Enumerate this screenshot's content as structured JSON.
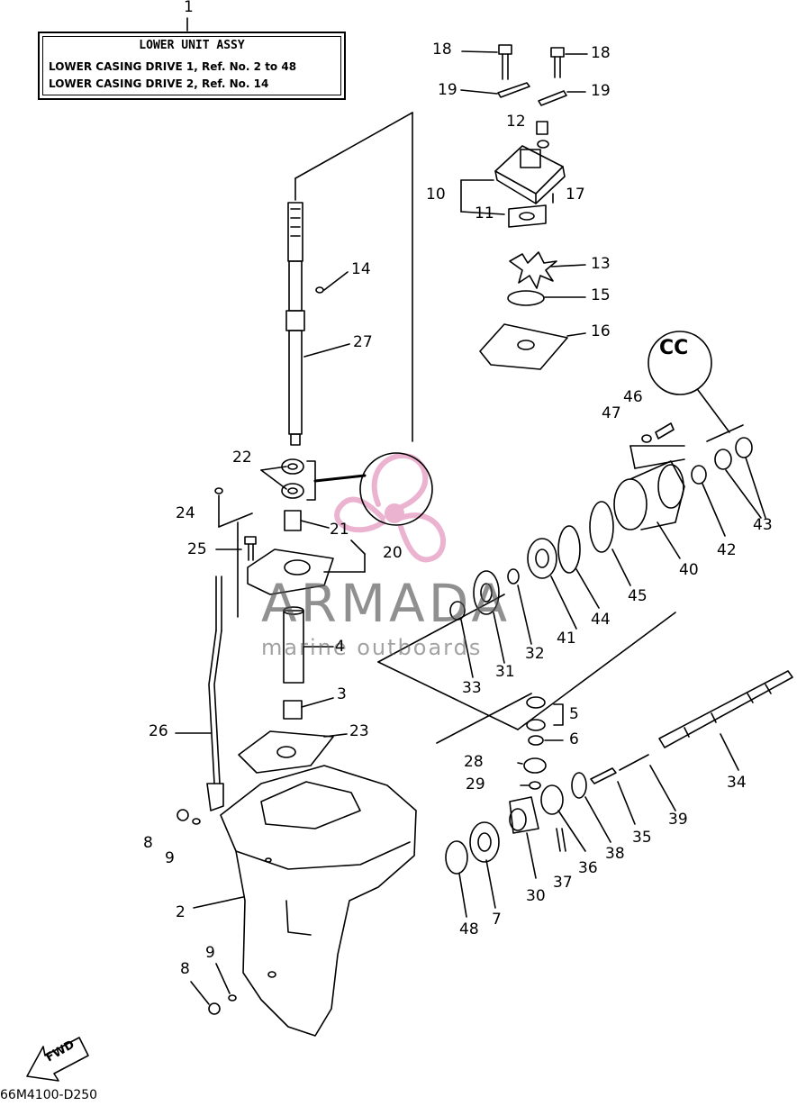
{
  "title_box": {
    "heading": "LOWER UNIT ASSY",
    "line1": "LOWER CASING DRIVE 1, Ref. No. 2 to 48",
    "line2": "LOWER CASING DRIVE 2, Ref. No. 14"
  },
  "watermark": {
    "brand": "ARMADA",
    "tagline": "marine outboards",
    "accent_color": "#e8a6c8"
  },
  "badge_text": "CC",
  "fwd_label": "FWD",
  "footer_code": "66M4100-D250",
  "callouts": [
    "1",
    "18",
    "18",
    "19",
    "19",
    "12",
    "10",
    "17",
    "11",
    "13",
    "14",
    "15",
    "27",
    "16",
    "46",
    "47",
    "22",
    "24",
    "21",
    "25",
    "20",
    "43",
    "42",
    "40",
    "45",
    "44",
    "41",
    "32",
    "4",
    "31",
    "33",
    "5",
    "3",
    "26",
    "23",
    "6",
    "28",
    "34",
    "29",
    "39",
    "35",
    "38",
    "8",
    "9",
    "36",
    "37",
    "30",
    "2",
    "7",
    "48",
    "9",
    "8"
  ]
}
